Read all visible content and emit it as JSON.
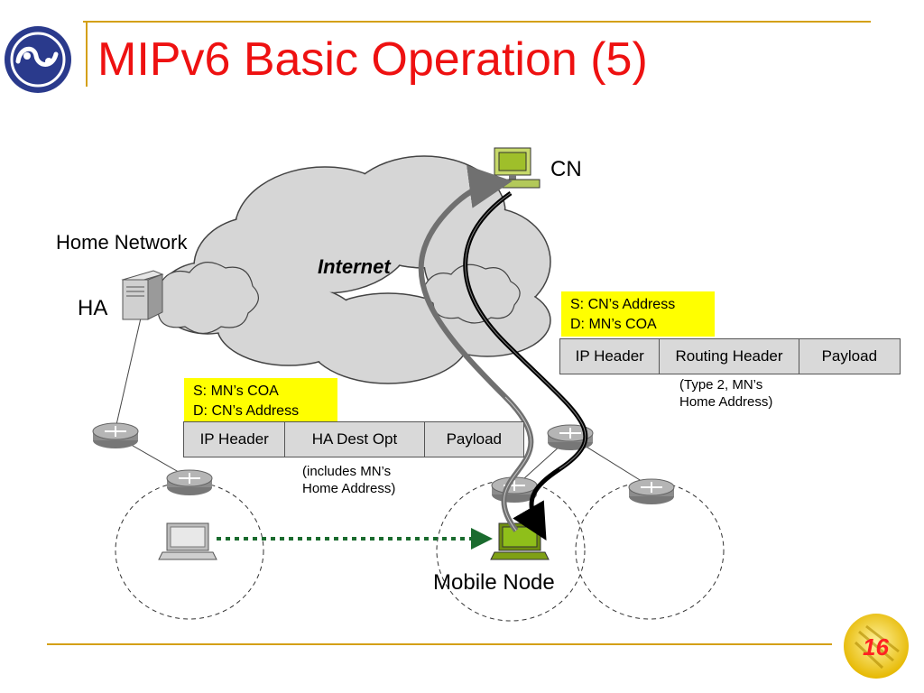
{
  "slide": {
    "title": "MIPv6 Basic Operation (5)",
    "page_number": "16",
    "colors": {
      "title": "#ee1111",
      "accent_line": "#d4a017",
      "highlight": "#ffff00",
      "packet_fill": "#d9d9d9",
      "cloud_fill": "#d6d6d6",
      "arrow_dark": "#000000",
      "arrow_gray": "#707070",
      "handoff_arrow": "#1a6b2e",
      "mobile_node_screen": "#8fbf1a"
    }
  },
  "diagram": {
    "internet_label": "Internet",
    "home_network_label": "Home Network",
    "ha_label": "HA",
    "cn_label": "CN",
    "mobile_node_label": "Mobile Node",
    "left_packet": {
      "source": "S: MN’s COA",
      "destination": "D: CN’s Address",
      "fields": [
        "IP Header",
        "HA Dest Opt",
        "Payload"
      ],
      "note_line1": "(includes MN’s",
      "note_line2": "Home Address)"
    },
    "right_packet": {
      "source": "S: CN’s Address",
      "destination": "D: MN’s COA",
      "fields": [
        "IP Header",
        "Routing Header",
        "Payload"
      ],
      "note_line1": "(Type 2,  MN’s",
      "note_line2": "Home  Address)"
    },
    "icons": [
      "logo-icon",
      "server-icon",
      "router-icon",
      "laptop-icon",
      "computer-icon",
      "page-badge-icon"
    ]
  }
}
